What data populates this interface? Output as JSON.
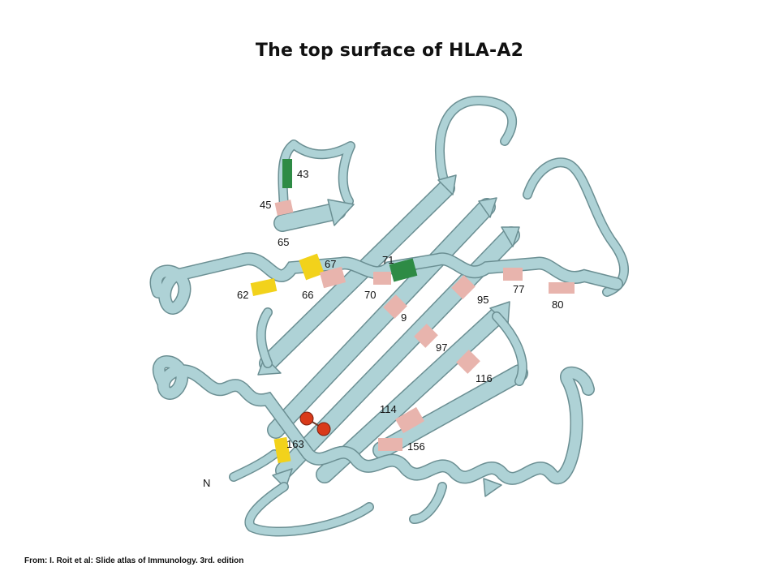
{
  "title": "The top surface of HLA-A2",
  "credit": "From: I. Roit et al: Slide atlas of Immunology. 3rd. edition",
  "colors": {
    "ribbon": "#aed2d6",
    "ribbon_edge": "#6b8f93",
    "polymorphic_pink": "#e8b4ad",
    "green": "#2e8b45",
    "yellow": "#f2d21b",
    "disulfide_red": "#d93a1a"
  },
  "labels": {
    "r43": "43",
    "r45": "45",
    "r65": "65",
    "r62": "62",
    "r66": "66",
    "r67": "67",
    "r70": "70",
    "r71": "71",
    "r9": "9",
    "r95": "95",
    "r77": "77",
    "r80": "80",
    "r97": "97",
    "r116": "116",
    "r114": "114",
    "r156": "156",
    "r163": "163",
    "n_terminus": "N"
  }
}
